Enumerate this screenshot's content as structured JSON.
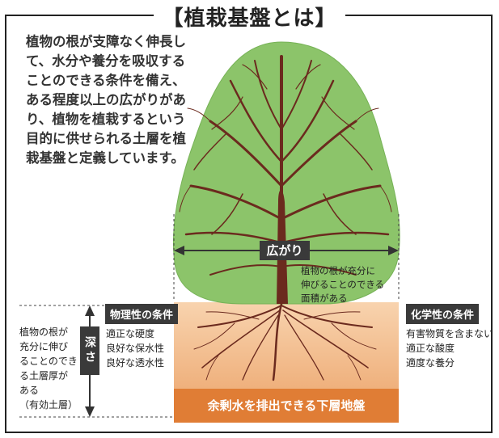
{
  "title": "【植栽基盤とは】",
  "intro_text": "植物の根が支障なく伸長して、水分や養分を吸収することのできる条件を備え、ある程度以上の広がりがあり、植物を植栽するという目的に供せられる土層を植栽基盤と定義しています。",
  "spread": {
    "label": "広がり",
    "note_lines": [
      "植物の根が充分に",
      "伸びることのできる",
      "面積がある"
    ]
  },
  "physical": {
    "label": "物理性の条件",
    "items": [
      "適正な硬度",
      "良好な保水性",
      "良好な透水性"
    ]
  },
  "chemical": {
    "label": "化学性の条件",
    "items": [
      "有害物質を含まない",
      "適正な酸度",
      "適度な養分"
    ]
  },
  "depth": {
    "label": "深さ",
    "note_lines": [
      "植物の根が",
      "充分に伸び",
      "ることのでき",
      "る土層厚が",
      "ある",
      "（有効土層）"
    ]
  },
  "subsoil": {
    "label": "余剰水を排出できる下層地盤"
  },
  "colors": {
    "canopy": "#8cc46a",
    "canopy_edge": "#6aa84f",
    "branches": "#6b2a1e",
    "soil_light": "#f6c9a0",
    "soil_dark": "#e9a268",
    "subsoil": "#e07d35",
    "label_bg": "#3a3a3a"
  }
}
